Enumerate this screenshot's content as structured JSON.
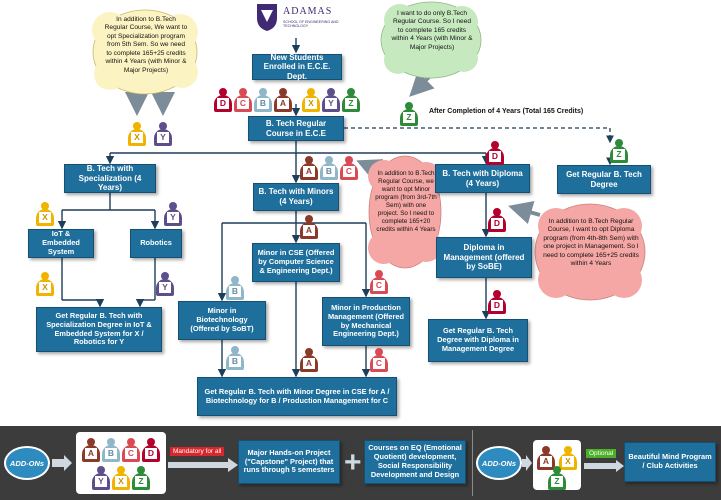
{
  "logo": {
    "name": "ADAMAS",
    "subtitle": "SCHOOL OF ENGINEERING AND TECHNOLOGY"
  },
  "colors": {
    "box": "#1f6f9d",
    "A": "#8b3a2a",
    "B": "#8fb7c9",
    "C": "#d94a55",
    "D": "#b3002d",
    "X": "#f0b400",
    "Y": "#5f4e8c",
    "Z": "#2e8b3a",
    "cloud_yellow": "#fbf3c2",
    "cloud_green": "#c7e9c0",
    "cloud_red": "#f4a7a4",
    "addon_band": "#3c3c3c",
    "mandatory": "#d9262c",
    "optional": "#4caf28"
  },
  "boxes": {
    "new_students": "New Students Enrolled in E.C.E. Dept.",
    "regular_course": "B. Tech Regular Course in E.C.E",
    "specialization": "B. Tech with Specialization (4 Years)",
    "minors": "B. Tech with Minors (4 Years)",
    "diploma": "B. Tech with Diploma (4 Years)",
    "regular_degree": "Get Regular B. Tech Degree",
    "iot": "IoT & Embedded System",
    "robotics": "Robotics",
    "spec_degree": "Get Regular B. Tech with Specialization Degree in IoT & Embedded System for X / Robotics for Y",
    "minor_cse": "Minor in CSE (Offered by Computer Science & Engineering Dept.)",
    "minor_biotech": "Minor in Biotechnology (Offered by SoBT)",
    "minor_prod": "Minor in Production Management (Offered by Mechanical Engineering Dept.)",
    "minor_degree": "Get Regular B. Tech with Minor Degree in CSE for A / Biotechnology for B / Production Management for C",
    "diploma_mgmt": "Diploma in Management (offered by SoBE)",
    "diploma_degree": "Get Regular B. Tech Degree with Diploma in Management Degree"
  },
  "clouds": {
    "specialization": "In addition to B.Tech Regular Course, We want to opt Specialization program from 5th Sem. So we need to complete 165+25 credits within 4 Years (with Minor & Major Projects)",
    "regular": "I want to do only B.Tech Regular Course. So I need to complete 165 credits within 4 Years (with Minor & Major Projects)",
    "minor": "In addition to B.Tech Regular Course, we want to opt Minor program (from 3rd-7th Sem) with one project. So I need to complete 165+20 credits within 4 Years",
    "diploma": "In addition to B.Tech Regular Course, I want to opt Diploma program (from 4th-8th Sem) with one project in Management. So I need to complete 165+25 credits within 4 Years"
  },
  "after_completion": "After Completion of 4 Years (Total 165 Credits)",
  "addons": {
    "label1": "ADD-ONs",
    "label2": "ADD-ONs",
    "mandatory": "Mandatory for all",
    "optional": "Optional",
    "capstone": "Major Hands-on Project (\"Capstone\" Project) that runs through 5 semesters",
    "courses_eq": "Courses on EQ (Emotional Quotient) development, Social Responsibility Development and Design",
    "mind_program": "Beautiful Mind Program / Club Activities",
    "plus": "+"
  },
  "letters": {
    "A": "A",
    "B": "B",
    "C": "C",
    "D": "D",
    "X": "X",
    "Y": "Y",
    "Z": "Z"
  }
}
